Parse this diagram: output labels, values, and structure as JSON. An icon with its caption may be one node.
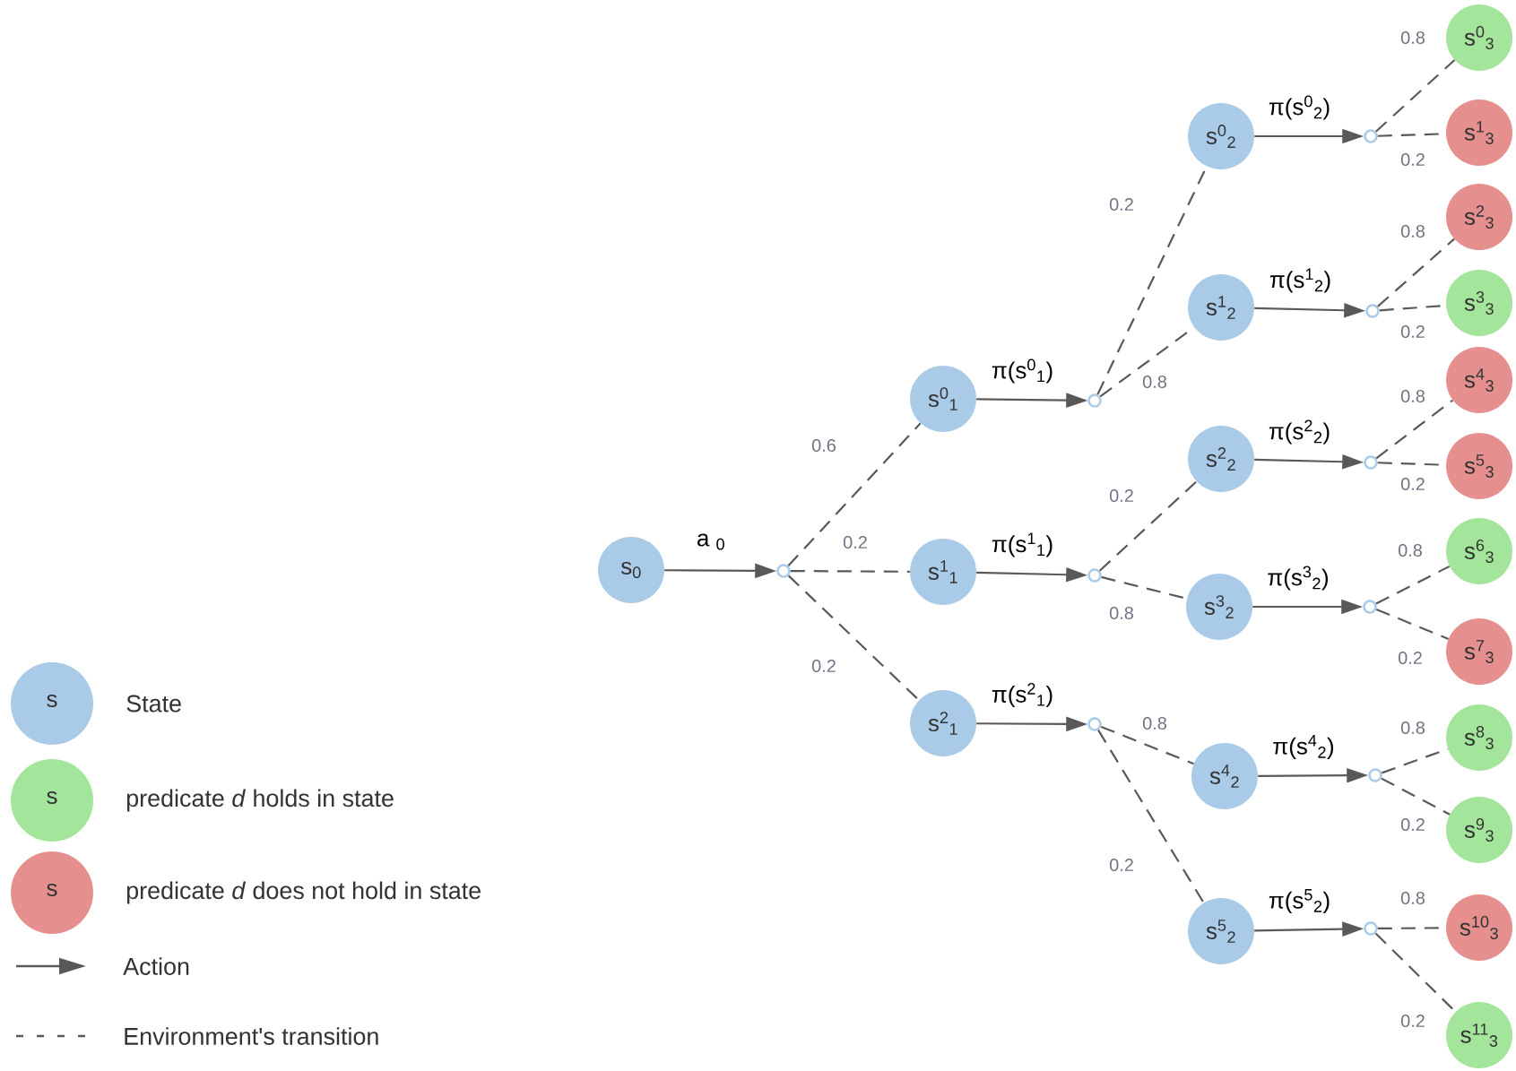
{
  "diagram": {
    "nodes": [
      {
        "text": [
          "s$_{0}$"
        ]
      },
      {
        "text": [],
        "shape": "circle"
      },
      {
        "text": [
          "s$^{0}$$_{1}$"
        ]
      },
      {
        "text": [
          "s$^{1}$$_{1}$"
        ]
      },
      {
        "text": [
          "s$^{2}$$_{1}$"
        ]
      },
      {
        "text": [],
        "shape": "circle"
      },
      {
        "text": [],
        "shape": "circle"
      },
      {
        "text": [],
        "shape": "circle"
      },
      {
        "text": [
          "s$^{0}$$_{2}$"
        ]
      },
      {
        "text": [
          "s$^{1}$$_{2}$"
        ]
      },
      {
        "text": [
          "s$^{2}$$_{2}$"
        ]
      },
      {
        "text": [
          "s$^{3}$$_{2}$"
        ]
      },
      {
        "text": [
          "s$^{4}$$_{2}$"
        ]
      },
      {
        "text": [
          "s$^{5}$$_{2}$"
        ]
      },
      {
        "text": [],
        "shape": "circle"
      },
      {
        "text": [],
        "shape": "circle"
      },
      {
        "text": [],
        "shape": "circle"
      },
      {
        "text": [],
        "shape": "circle"
      },
      {
        "text": [],
        "shape": "circle"
      },
      {
        "text": [],
        "shape": "circle"
      },
      {
        "text": [
          "s$^{0}$$_{3}$"
        ]
      },
      {
        "text": [
          "s$^{1}$$_{3}$"
        ]
      },
      {
        "text": [
          "s$^{2}$$_{3}$"
        ]
      },
      {
        "text": [
          "s$^{3}$$_{3}$"
        ]
      },
      {
        "text": [
          "s$^{4}$$_{3}$"
        ]
      },
      {
        "text": [
          "s$^{5}$$_{3}$"
        ]
      },
      {
        "text": [
          "s$^{6}$$_{3}$"
        ]
      },
      {
        "text": [
          "s$^{7}$$_{3}$"
        ]
      },
      {
        "text": [
          "s$^{8}$$_{3}$"
        ]
      },
      {
        "text": [
          "s$^{9}$$_{3}$"
        ]
      },
      {
        "text": [
          "s$^{10}$$_{3}$"
        ]
      },
      {
        "text": [
          "s$^{11}$$_{3}$"
        ]
      }
    ],
    "edges": [
      {
        "from": 0,
        "to": 1,
        "arrow": "to",
        "label": "a $_{0}$"
      },
      {
        "from": 1,
        "to": 2,
        "arrow": "none",
        "style": "dashed",
        "label": "0.6"
      },
      {
        "from": 1,
        "to": 3,
        "arrow": "none",
        "style": "dashed",
        "label": "0.2"
      },
      {
        "from": 1,
        "to": 4,
        "arrow": "none",
        "style": "dashed",
        "label": "0.2"
      },
      {
        "from": 2,
        "to": 5,
        "arrow": "to",
        "label": "π(s$^{0}$$_{1}$)"
      },
      {
        "from": 3,
        "to": 6,
        "arrow": "to",
        "label": "π(s$^{1}$$_{1}$)"
      },
      {
        "from": 4,
        "to": 7,
        "arrow": "to",
        "label": "π(s$^{2}$$_{1}$)"
      },
      {
        "from": 5,
        "to": 8,
        "arrow": "none",
        "style": "dashed",
        "label": "0.2"
      },
      {
        "from": 5,
        "to": 9,
        "arrow": "none",
        "style": "dashed",
        "label": "0.8"
      },
      {
        "from": 6,
        "to": 10,
        "arrow": "none",
        "style": "dashed",
        "label": "0.2"
      },
      {
        "from": 6,
        "to": 11,
        "arrow": "none",
        "style": "dashed",
        "label": "0.8"
      },
      {
        "from": 7,
        "to": 12,
        "arrow": "none",
        "style": "dashed",
        "label": "0.8"
      },
      {
        "from": 7,
        "to": 13,
        "arrow": "none",
        "style": "dashed",
        "label": "0.2"
      },
      {
        "from": 8,
        "to": 14,
        "arrow": "to",
        "label": "π(s$^{0}$$_{2}$)"
      },
      {
        "from": 9,
        "to": 15,
        "arrow": "to",
        "label": "π(s$^{1}$$_{2}$)"
      },
      {
        "from": 10,
        "to": 16,
        "arrow": "to",
        "label": "π(s$^{2}$$_{2}$)"
      },
      {
        "from": 11,
        "to": 17,
        "arrow": "to",
        "label": "π(s$^{3}$$_{2}$)"
      },
      {
        "from": 12,
        "to": 18,
        "arrow": "to",
        "label": "π(s$^{4}$$_{2}$)"
      },
      {
        "from": 13,
        "to": 19,
        "arrow": "to",
        "label": "π(s$^{5}$$_{2}$)"
      },
      {
        "from": 14,
        "to": 20,
        "arrow": "none",
        "style": "dashed",
        "label": "0.8"
      },
      {
        "from": 14,
        "to": 21,
        "arrow": "none",
        "style": "dashed",
        "label": "0.2"
      },
      {
        "from": 15,
        "to": 22,
        "arrow": "none",
        "style": "dashed",
        "label": "0.8"
      },
      {
        "from": 15,
        "to": 23,
        "arrow": "none",
        "style": "dashed",
        "label": "0.2"
      },
      {
        "from": 16,
        "to": 24,
        "arrow": "none",
        "style": "dashed",
        "label": "0.8"
      },
      {
        "from": 16,
        "to": 25,
        "arrow": "none",
        "style": "dashed",
        "label": "0.2"
      },
      {
        "from": 17,
        "to": 26,
        "arrow": "none",
        "style": "dashed",
        "label": "0.8"
      },
      {
        "from": 17,
        "to": 27,
        "arrow": "none",
        "style": "dashed",
        "label": "0.2"
      },
      {
        "from": 18,
        "to": 28,
        "arrow": "none",
        "style": "dashed",
        "label": "0.8"
      },
      {
        "from": 18,
        "to": 29,
        "arrow": "none",
        "style": "dashed",
        "label": "0.2"
      },
      {
        "from": 19,
        "to": 30,
        "arrow": "none",
        "style": "dashed",
        "label": "0.8"
      },
      {
        "from": 19,
        "to": 31,
        "arrow": "none",
        "style": "dashed",
        "label": "0.2"
      }
    ],
    "labels": [
      "s",
      "s",
      "s"
    ],
    "legend": [
      {
        "text": "State",
        "color": "#a9cbe8"
      },
      {
        "text": "predicate *d* holds in state",
        "color": "#a3e59a"
      },
      {
        "text": "predicate *d* does not hold in state",
        "color": "#e58f8f"
      },
      {
        "text": "Action"
      },
      {
        "text": "Environment's transition"
      }
    ]
  }
}
